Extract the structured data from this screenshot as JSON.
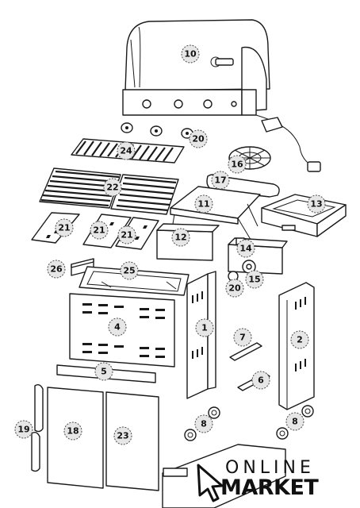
{
  "diagram": {
    "callouts": [
      "10",
      "20",
      "24",
      "16",
      "17",
      "22",
      "11",
      "13",
      "21",
      "21",
      "21",
      "12",
      "14",
      "26",
      "25",
      "15",
      "20",
      "4",
      "1",
      "7",
      "2",
      "5",
      "6",
      "19",
      "18",
      "23",
      "8",
      "8"
    ]
  },
  "logo": {
    "line1": "ONLINE",
    "line2": "MARKET"
  },
  "colors": {
    "line": "#1a1a1a",
    "callout_fill": "#e6e6e6",
    "background": "#ffffff"
  }
}
